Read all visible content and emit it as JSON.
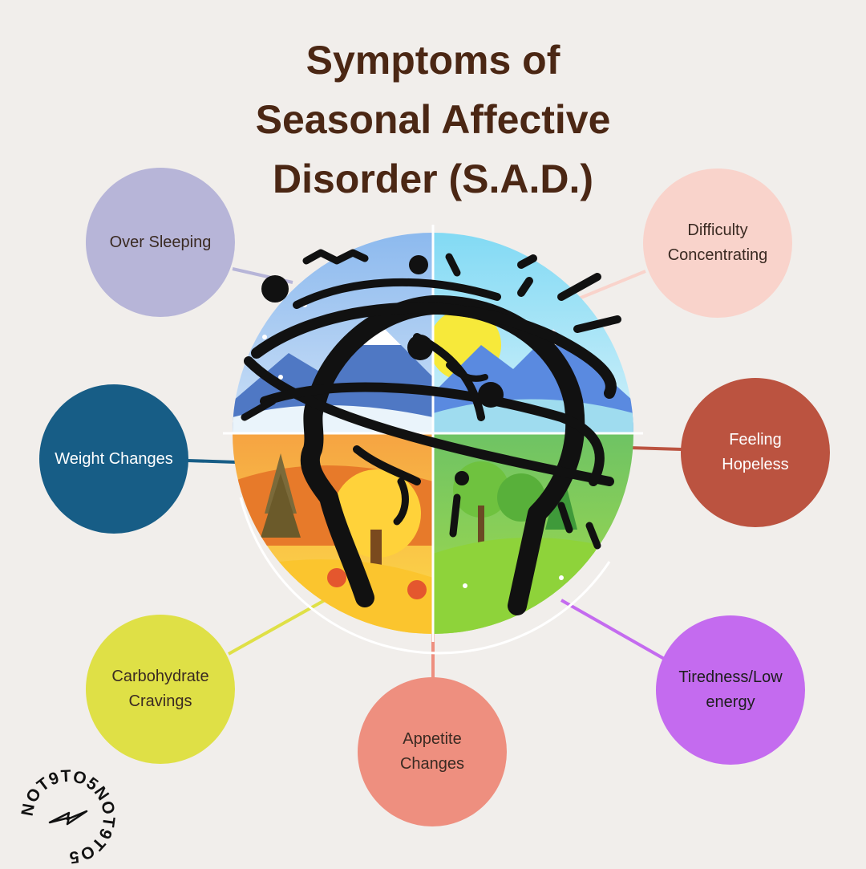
{
  "title": {
    "line1": "Symptoms of",
    "line2": "Seasonal Affective",
    "line3": "Disorder (S.A.D.)"
  },
  "colors": {
    "background": "#f1eeeb",
    "title": "#4b2714"
  },
  "symptoms": [
    {
      "id": "over-sleeping",
      "label": "Over Sleeping",
      "color": "#b7b5d8",
      "text_color": "#3a2a22"
    },
    {
      "id": "difficulty-concentrating",
      "label": "Difficulty Concentrating",
      "color": "#f9d3cb",
      "text_color": "#3a2a22"
    },
    {
      "id": "weight-changes",
      "label": "Weight Changes",
      "color": "#175d86",
      "text_color": "#ffffff"
    },
    {
      "id": "feeling-hopeless",
      "label": "Feeling Hopeless",
      "color": "#bb5340",
      "text_color": "#ffffff"
    },
    {
      "id": "carbohydrate-cravings",
      "label": "Carbohydrate Cravings",
      "color": "#dfe046",
      "text_color": "#3a2a22"
    },
    {
      "id": "appetite-changes",
      "label": "Appetite Changes",
      "color": "#ee8f7f",
      "text_color": "#3a2a22"
    },
    {
      "id": "tiredness-low-energy",
      "label": "Tiredness/Low energy",
      "color": "#c46bef",
      "text_color": "#1e1e1e"
    }
  ],
  "central_image": {
    "seasons": [
      "winter",
      "summer",
      "autumn",
      "spring"
    ]
  },
  "logo": {
    "text": "NOT9TO5NOT9TO5"
  }
}
